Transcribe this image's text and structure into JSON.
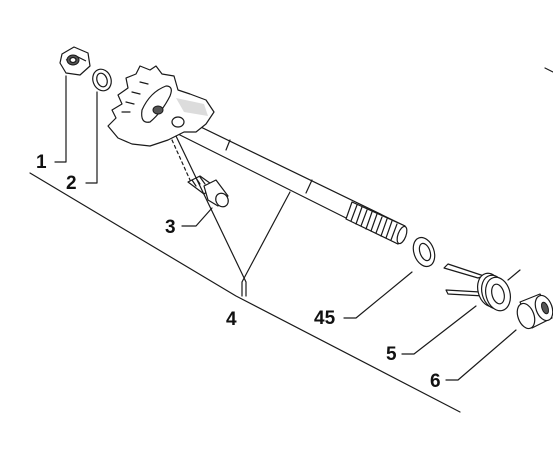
{
  "callouts": {
    "c1": "1",
    "c2": "2",
    "c3": "3",
    "c4": "4",
    "c45": "45",
    "c5": "5",
    "c6": "6"
  },
  "colors": {
    "ink": "#1a1a1a",
    "background": "#ffffff",
    "shade": "#9a9a9a"
  }
}
